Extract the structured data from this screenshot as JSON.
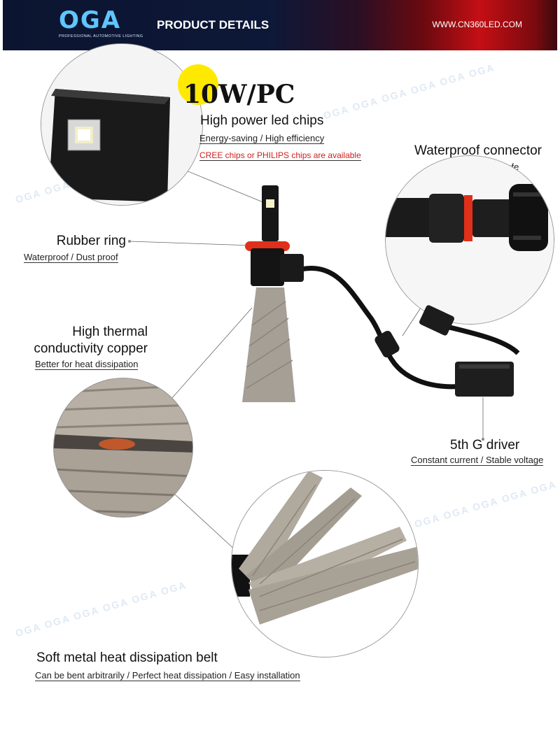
{
  "header": {
    "logo": "OGA",
    "logo_subtitle": "PROFESSIONAL AUTOMOTIVE LIGHTING",
    "title": "PRODUCT DETAILS",
    "url": "WWW.CN360LED.COM"
  },
  "watermark": "OGA OGA OGA OGA OGA OGA",
  "power": {
    "value": "10",
    "unit": "W/PC"
  },
  "features": {
    "chips": {
      "title": "High power led chips",
      "subtitle": "Energy-saving / High efficiency",
      "note": "CREE chips or PHILIPS chips are available"
    },
    "connector": {
      "title": "Waterproof connector",
      "subtitle": "Waterproof / Safe"
    },
    "ring": {
      "title": "Rubber ring",
      "subtitle": "Waterproof / Dust proof"
    },
    "copper": {
      "title_line1": "High thermal",
      "title_line2": "conductivity copper",
      "subtitle": "Better for heat dissipation"
    },
    "driver": {
      "title": "5th G driver",
      "subtitle": "Constant current / Stable voltage"
    },
    "belt": {
      "title": "Soft metal heat dissipation belt",
      "subtitle": "Can be bent arbitrarily / Perfect heat dissipation / Easy installation"
    }
  },
  "colors": {
    "header_navy": "#0c1530",
    "header_red": "#c40f14",
    "logo_blue": "#5fc6ff",
    "badge_yellow": "#ffe900",
    "note_red": "#d02020",
    "ring_red": "#e0301a"
  }
}
